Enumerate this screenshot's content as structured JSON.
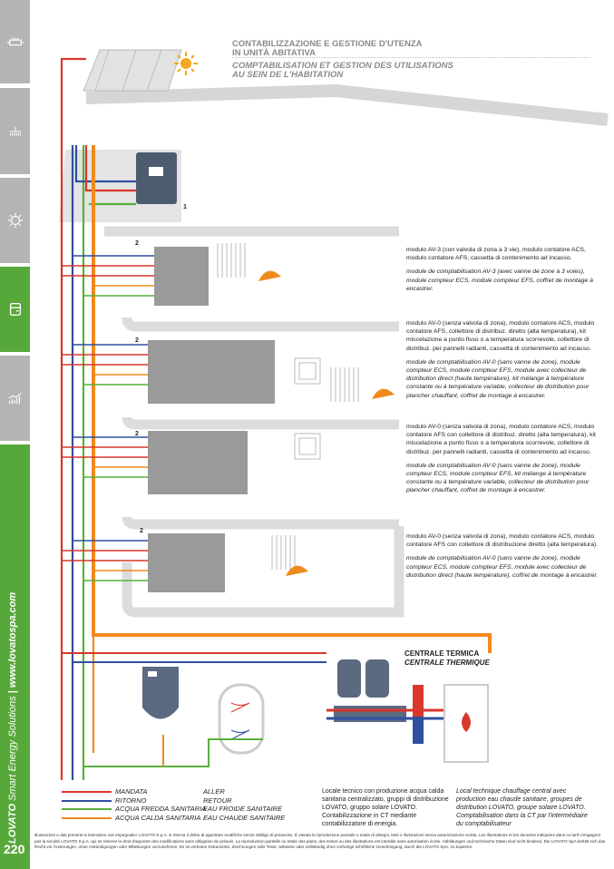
{
  "header": {
    "title_it_1": "CONTABILIZZAZIONE E GESTIONE D'UTENZA",
    "title_it_2": "IN UNITÀ ABITATIVA",
    "title_fr_1": "COMPTABILISATION ET GESTION DES UTILISATIONS",
    "title_fr_2": "AU SEIN DE L'HABITATION"
  },
  "sidebar": {
    "tabs": [
      {
        "icon": "radiator-icon",
        "active": false
      },
      {
        "icon": "shower-icon",
        "active": false
      },
      {
        "icon": "sun-icon",
        "active": false
      },
      {
        "icon": "meter-box-icon",
        "active": true
      },
      {
        "icon": "chart-icon",
        "active": false
      }
    ],
    "brand": "LOVATO",
    "brand_rest": " Smart Energy Solutions",
    "website": " | www.lovatospa.com",
    "page_number": "220"
  },
  "diagram": {
    "label_1": "1",
    "label_2": "2",
    "central_it": "CENTRALE TERMICA",
    "central_fr": "CENTRALE THERMIQUE"
  },
  "modules": [
    {
      "it": "modulo AV-3 (con valvola di zona a 3 vie), modulo contatore ACS, modulo contatore AFS, cassetta di contenimento ad incasso.",
      "fr": "module de comptabilisation AV-3 (avec vanne de zone à 3 voies), module compteur ECS, module compteur EFS, coffret de montage à encastrer."
    },
    {
      "it": "modulo AV-0 (senza valvola di zona), modulo contatore ACS, modulo contatore AFS, collettore di distribuz. diretto (alta temperatura), kit miscelazione a punto fisso o a temperatura scorrevole, collettore di distribuz. per pannelli radianti, cassetta di contenimento ad incasso.",
      "fr": "module de comptabilisation AV-0 (sans vanne de zone), module compteur ECS, module compteur EFS, module avec collecteur de distribution direct (haute température), kit mélange à température constante ou à température variable, collecteur de distribution pour plancher chauffant, coffret de montage à encastrer."
    },
    {
      "it": "modulo AV-0 (senza valvola di zona), modulo contatore ACS, modulo contatore AFS con collettore di distribuz. diretto (alta temperatura), kit miscelazione a punto fisso o a temperatura scorrevole, collettore di distribuz. per pannelli radianti, cassetta di contenimento ad incasso.",
      "fr": "module de comptabilisation AV-0 (sans vanne de zone), module compteur ECS, module compteur EFS, kit mélange à température constante ou à température variable, collecteur de distribution pour plancher chauffant, coffret de montage à encastrer."
    },
    {
      "it": "modulo AV-0 (senza valvola di zona), modulo contatore ACS, modulo contatore AFS con collettore di distribuzione diretto (alta temperatura).",
      "fr": "module de comptabilisation AV-0 (sans vanne de zone), module compteur ECS, module compteur EFS, module avec collecteur  de distribution direct (haute température), coffret de montage à encastrer."
    }
  ],
  "legend": [
    {
      "it": "MANDATA",
      "fr": "ALLER",
      "color": "#d9372b"
    },
    {
      "it": "RITORNO",
      "fr": "RETOUR",
      "color": "#2f4fa0"
    },
    {
      "it": "ACQUA FREDDA SANITARIA",
      "fr": "EAU FROIDE SANITAIRE",
      "color": "#57b03a"
    },
    {
      "it": "ACQUA CALDA SANITARIA",
      "fr": "EAU CHAUDE SANITAIRE",
      "color": "#f08a1c"
    }
  ],
  "technical_room": {
    "it": "Locale tecnico con produzione acqua calda sanitaria centralizzato, gruppi di distribuzione LOVATO, gruppo solare LOVATO. Contabilizzazione in CT mediante contabilizzatore di energia.",
    "fr": "Local technique chauffage central avec production eau chaude sanitaire, groupes de distribution LOVATO, groupe solaire LOVATO. Comptabilisation dans la CT par l'intermédiaire du comptabilisateur"
  },
  "disclaimer": "Illustrazioni e dati presenti si intendono non impegnativi. LOVATO S.p.A. si riserva il diritto di apportare modifiche senza obbligo di preavviso. È vietata la riproduzione parziale o totale di disegni, testi o illustrazioni senza autorizzazione scritta. Les illustrations et les données indiquées dans ce tarif n'engagent pas la société LOVATO S.p.A. qui se réserve le droit d'apporter des modifications sans obligation de préavis. La reproduction partielle ou totale des plans, des textes ou des illustrations est interdite sans autorisation écrite. Abbildungen  und technische Daten sind nicht bindend. Die LOVATO SpA behält sich das Recht vor Änderungen,  ohne Ankündigungen oder Mitteilungen vorzunehmen. Es ist verboten Dokumente, Zeichnungen oder Texte, teilweise oder vollständig ohne vorherige schriftliche Genehmigung, durch die LOVATO SpA, zu kopieren."
}
